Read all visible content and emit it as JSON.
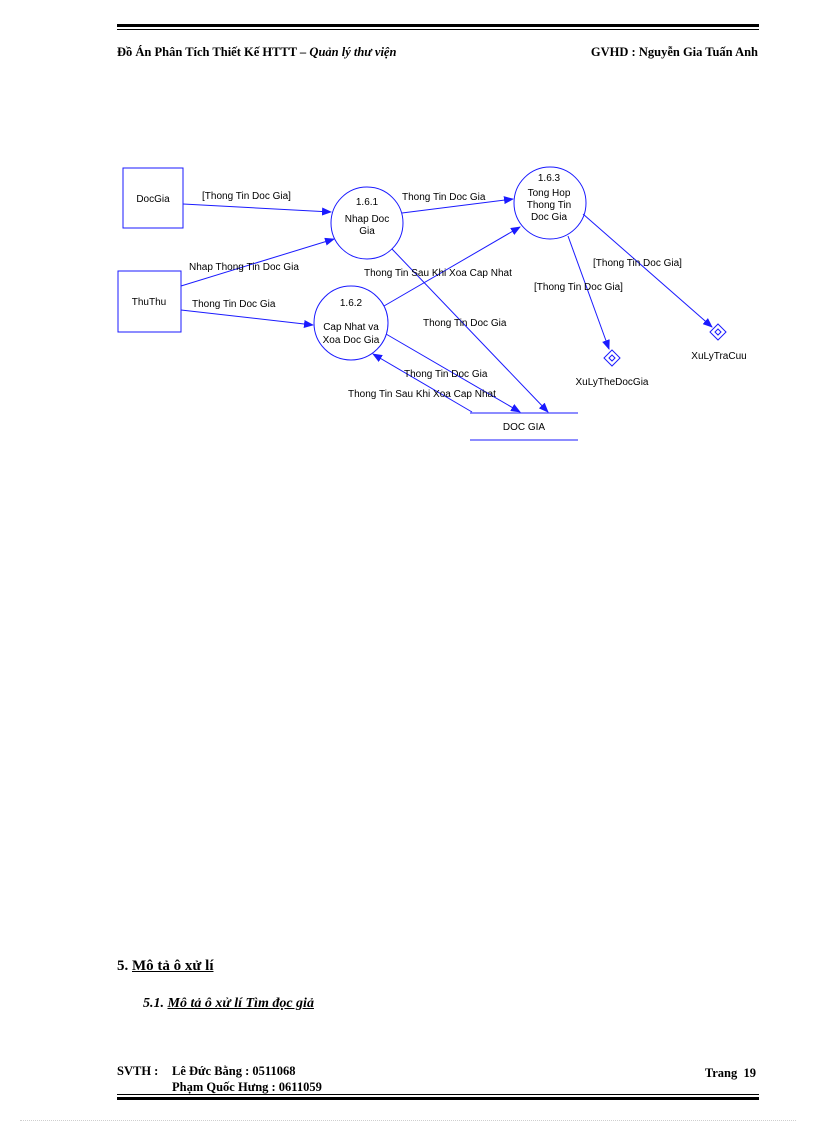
{
  "header": {
    "left_title": "Đồ Án Phân Tích Thiết Kế HTTT",
    "left_subtitle": "– Quản lý thư viện",
    "right": "GVHD : Nguyễn Gia Tuấn Anh"
  },
  "diagram": {
    "entities": {
      "docgia": "DocGia",
      "thuthu": "ThuThu"
    },
    "processes": {
      "p161": {
        "id": "1.6.1",
        "line1": "Nhap Doc",
        "line2": "Gia"
      },
      "p162": {
        "id": "1.6.2",
        "line1": "Cap Nhat va",
        "line2": "Xoa Doc Gia"
      },
      "p163": {
        "id": "1.6.3",
        "line1": "Tong Hop",
        "line2": "Thong Tin",
        "line3": "Doc Gia"
      }
    },
    "datastore": "DOC GIA",
    "offpage": {
      "thedocgia": "XuLyTheDocGia",
      "tracuu": "XuLyTraCuu"
    },
    "flows": {
      "docgia_to_161": "[Thong Tin Doc Gia]",
      "thuthu_to_161": "Nhap Thong Tin Doc Gia",
      "thuthu_to_162": "Thong Tin Doc Gia",
      "p161_to_163": "Thong Tin Doc Gia",
      "p162_to_163": "Thong Tin Sau Khi Xoa Cap Nhat",
      "p161_to_store": "Thong Tin Doc Gia",
      "p162_to_store": "Thong Tin Doc Gia",
      "store_to_162": "Thong Tin Sau Khi Xoa Cap Nhat",
      "p163_to_tracuu": "[Thong Tin Doc Gia]",
      "p163_to_thedocgia": "[Thong Tin Doc Gia]"
    },
    "colors": {
      "line": "#1a1aff",
      "text": "#000000"
    }
  },
  "section": {
    "number": "5.",
    "title": "Mô tả ô xử lí"
  },
  "subsection": {
    "number": "5.1.",
    "title": "Mô tả ô xử lí Tìm đọc giả"
  },
  "footer": {
    "svth_label": "SVTH :",
    "student1": "Lê Đức Bằng : 0511068",
    "student2": "Phạm Quốc Hưng : 0611059",
    "page_label": "Trang",
    "page_number": "19"
  }
}
